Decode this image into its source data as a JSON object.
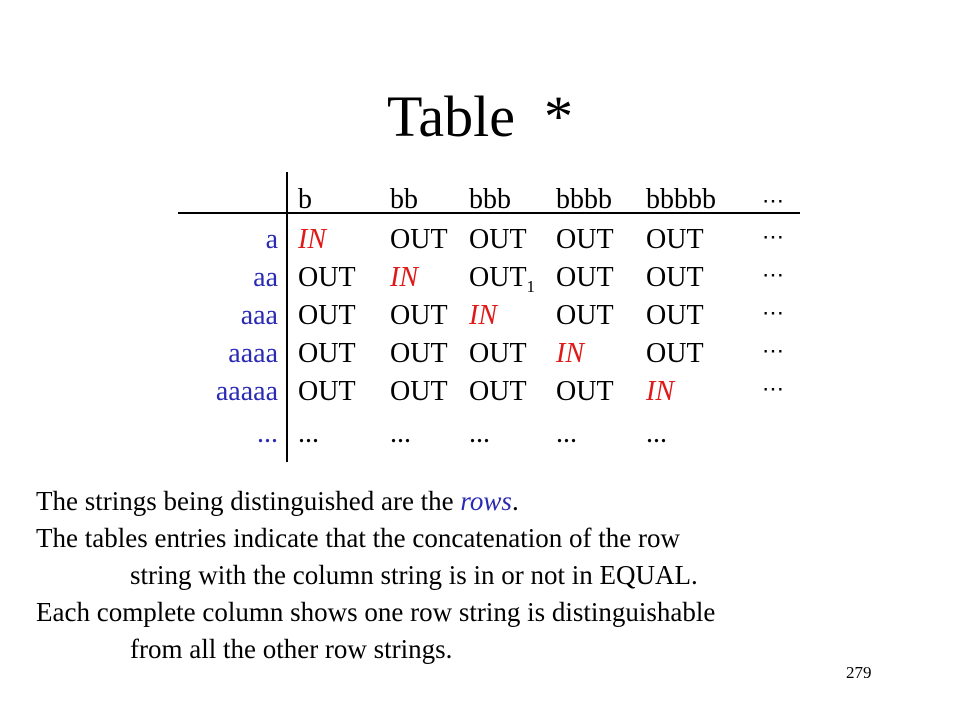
{
  "title": "Table  *",
  "table": {
    "columns": [
      "b",
      "bb",
      "bbb",
      "bbbb",
      "bbbbb"
    ],
    "column_continuation": "⋯",
    "rows": [
      {
        "label": "a",
        "cells": [
          "IN",
          "OUT",
          "OUT",
          "OUT",
          "OUT"
        ],
        "continuation": "⋯"
      },
      {
        "label": "aa",
        "cells": [
          "OUT",
          "IN",
          "OUT",
          "OUT",
          "OUT"
        ],
        "continuation": "⋯",
        "subscript": "1"
      },
      {
        "label": "aaa",
        "cells": [
          "OUT",
          "OUT",
          "IN",
          "OUT",
          "OUT"
        ],
        "continuation": "⋯"
      },
      {
        "label": "aaaa",
        "cells": [
          "OUT",
          "OUT",
          "OUT",
          "IN",
          "OUT"
        ],
        "continuation": "⋯"
      },
      {
        "label": "aaaaa",
        "cells": [
          "OUT",
          "OUT",
          "OUT",
          "OUT",
          "IN"
        ],
        "continuation": "⋯"
      },
      {
        "label": "...",
        "cells": [
          "...",
          "...",
          "...",
          "...",
          "..."
        ],
        "continuation": ""
      }
    ]
  },
  "body": {
    "line1_before": "The strings being distinguished are the ",
    "line1_em": "rows",
    "line1_after": ".",
    "line2": "The tables entries indicate that the concatenation of the row",
    "line3": "string with the column string is in or not in EQUAL.",
    "line4": "Each complete column shows one row string is distinguishable",
    "line5": "from all the other row strings."
  },
  "page_number": "279",
  "colors": {
    "row_label": "#2a2ab4",
    "in_entry": "#e01818",
    "text": "#000000"
  }
}
